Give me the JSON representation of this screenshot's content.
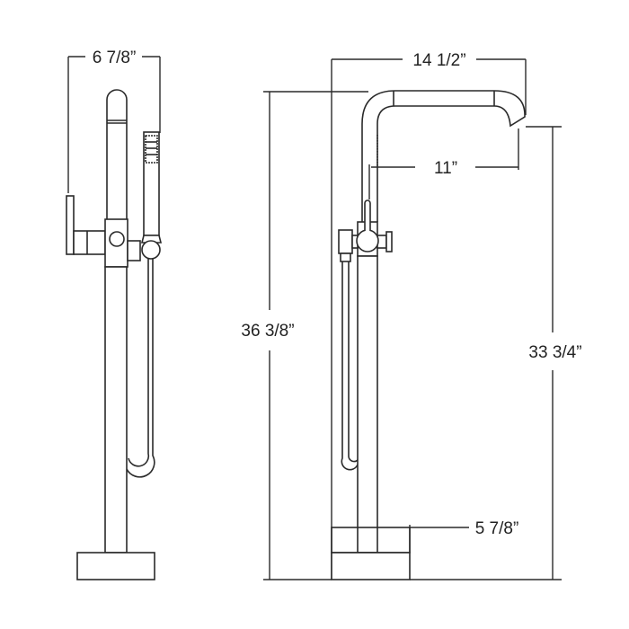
{
  "diagram": {
    "dimensions": {
      "side_width": "6 7/8”",
      "overall_reach": "14 1/2”",
      "spout_reach": "11”",
      "overall_height": "36 3/8”",
      "spout_height": "33 3/4”",
      "base_width": "5 7/8”"
    },
    "colors": {
      "line": "#2a2a2a",
      "background": "#ffffff"
    }
  }
}
